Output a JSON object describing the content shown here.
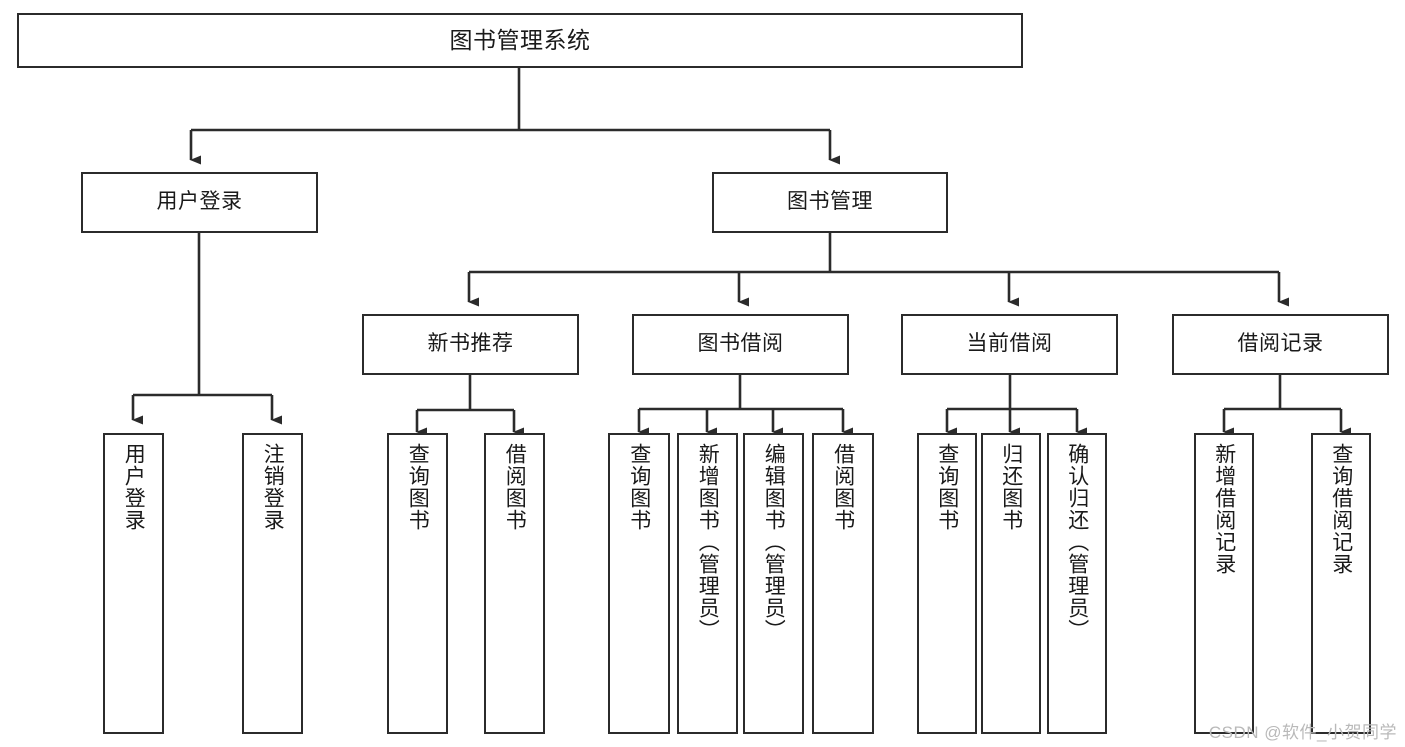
{
  "diagram": {
    "title": "图书管理系统",
    "type": "tree",
    "watermark": "CSDN @软件_小贺同学",
    "colors": {
      "stroke": "#2b2b2b",
      "fill": "#ffffff",
      "text": "#1a1a1a",
      "watermark": "#b9b9b9"
    },
    "root": {
      "label": "图书管理系统"
    },
    "level2": [
      {
        "label": "用户登录"
      },
      {
        "label": "图书管理"
      }
    ],
    "level3": [
      {
        "label": "新书推荐"
      },
      {
        "label": "图书借阅"
      },
      {
        "label": "当前借阅"
      },
      {
        "label": "借阅记录"
      }
    ],
    "leaves": {
      "user_login": [
        {
          "label": "用户登录"
        },
        {
          "label": "注销登录"
        }
      ],
      "new_book": [
        {
          "label": "查询图书"
        },
        {
          "label": "借阅图书"
        }
      ],
      "book_borrow": [
        {
          "label": "查询图书"
        },
        {
          "label": "新增图书（管理员）"
        },
        {
          "label": "编辑图书（管理员）"
        },
        {
          "label": "借阅图书"
        }
      ],
      "current_borrow": [
        {
          "label": "查询图书"
        },
        {
          "label": "归还图书"
        },
        {
          "label": "确认归还（管理员）"
        }
      ],
      "borrow_record": [
        {
          "label": "新增借阅记录"
        },
        {
          "label": "查询借阅记录"
        }
      ]
    }
  }
}
